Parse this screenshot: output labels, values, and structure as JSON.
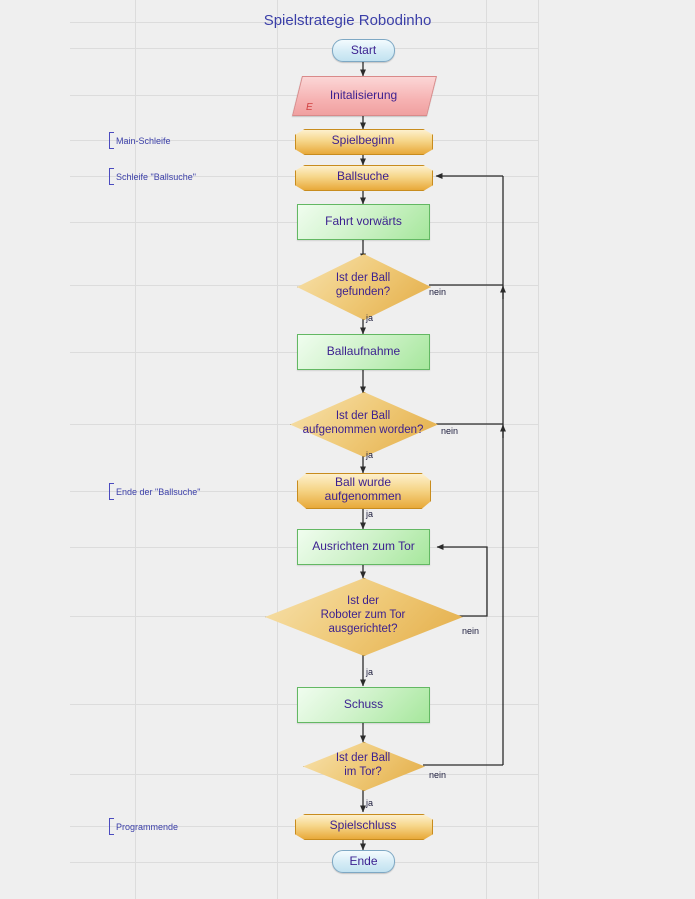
{
  "diagram": {
    "title": "Spielstrategie Robodinho",
    "type": "flowchart",
    "language": "de"
  },
  "nodes": {
    "start": {
      "label": "Start",
      "shape": "terminator"
    },
    "init": {
      "label": "Initalisierung",
      "shape": "parallelogram",
      "mark": "E"
    },
    "spielbeginn": {
      "label": "Spielbeginn",
      "shape": "hexagon"
    },
    "ballsuche": {
      "label": "Ballsuche",
      "shape": "hexagon"
    },
    "fahrt": {
      "label": "Fahrt vorwärts",
      "shape": "process"
    },
    "dec_gefunden": {
      "label": "Ist der Ball\ngefunden?",
      "shape": "decision"
    },
    "ballaufnahme": {
      "label": "Ballaufnahme",
      "shape": "process"
    },
    "dec_aufgenommen": {
      "label": "Ist der Ball\naufgenommen worden?",
      "shape": "decision"
    },
    "ball_wurde": {
      "label": "Ball wurde\naufgenommen",
      "shape": "hexagon"
    },
    "ausrichten": {
      "label": "Ausrichten zum Tor",
      "shape": "process"
    },
    "dec_ausgerichtet": {
      "label": "Ist der\nRoboter zum Tor\nausgerichtet?",
      "shape": "decision"
    },
    "schuss": {
      "label": "Schuss",
      "shape": "process"
    },
    "dec_imtor": {
      "label": "Ist der Ball\nim Tor?",
      "shape": "decision"
    },
    "spielschluss": {
      "label": "Spielschluss",
      "shape": "hexagon"
    },
    "ende": {
      "label": "Ende",
      "shape": "terminator"
    }
  },
  "edge_labels": {
    "gefunden_nein": "nein",
    "gefunden_ja": "ja",
    "aufgenommen_nein": "nein",
    "aufgenommen_ja": "ja",
    "ballwurde_ja": "ja",
    "ausgerichtet_nein": "nein",
    "ausgerichtet_ja": "ja",
    "imtor_nein": "nein",
    "imtor_ja": "ja"
  },
  "annotations": [
    {
      "text": "Main-Schleife"
    },
    {
      "text": "Schleife \"Ballsuche\""
    },
    {
      "text": "Ende der \"Ballsuche\""
    },
    {
      "text": "Programmende"
    }
  ],
  "colors": {
    "background": "#efefef",
    "grid": "#dcdcdc",
    "text": "#3b1f8f",
    "title": "#3b3fa8",
    "terminator_fill": "#cfe8f4",
    "io_fill": "#f4aeae",
    "hex_fill": "#eec267",
    "process_fill": "#b8eaad",
    "decision_fill": "#eac877",
    "connector": "#2b2b2b",
    "annotation": "#4b4bbf"
  }
}
